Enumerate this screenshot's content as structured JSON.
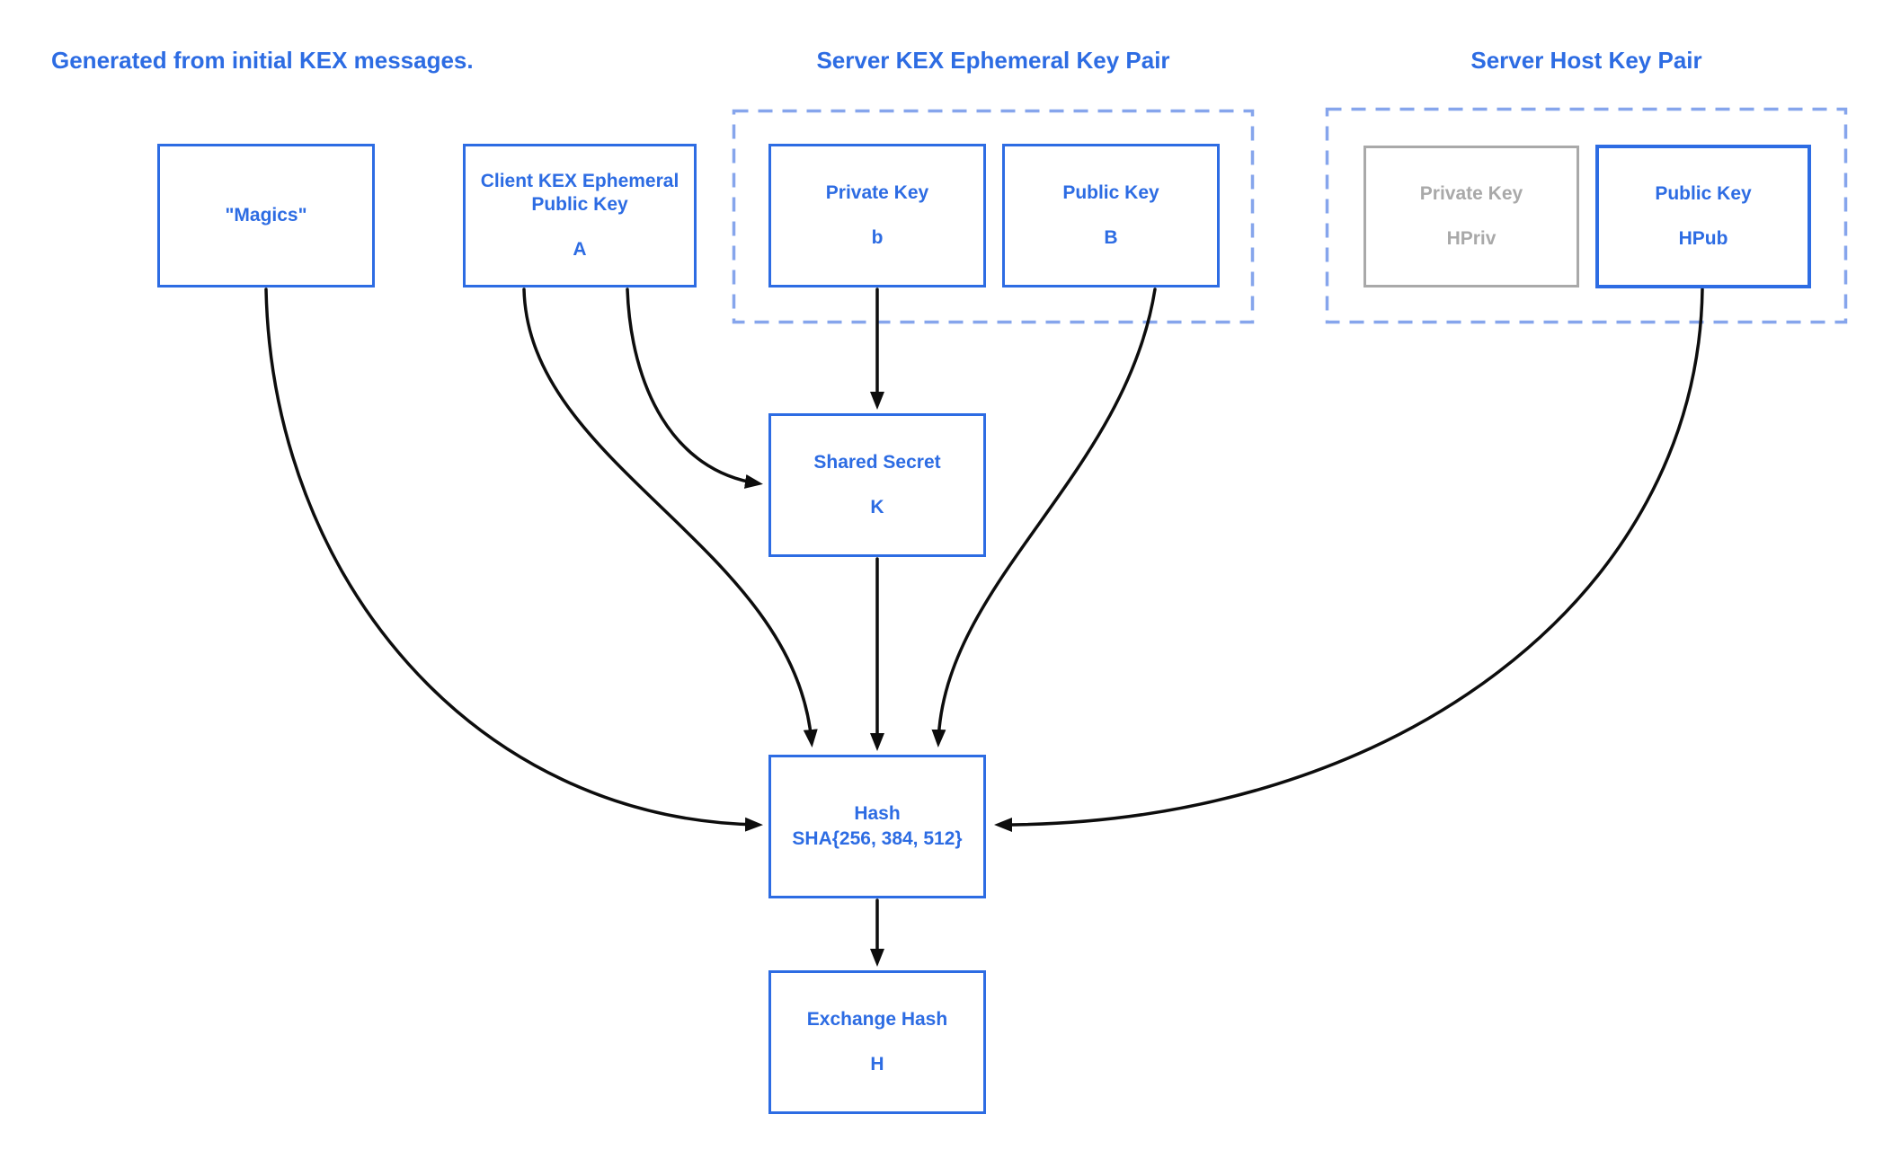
{
  "colors": {
    "accent_blue": "#2d6ce3",
    "dashed_light_blue": "#86a5ec",
    "muted_gray": "#a9a9a9",
    "arrow_black": "#0d0d0d",
    "background": "#ffffff"
  },
  "annotation": {
    "text": "Generated from initial KEX messages."
  },
  "groups": {
    "server_kex": {
      "title": "Server KEX Ephemeral Key Pair"
    },
    "server_host": {
      "title": "Server Host Key Pair"
    }
  },
  "nodes": {
    "magics": {
      "label": "\"Magics\""
    },
    "client_kex": {
      "label_line1": "Client KEX Ephemeral",
      "label_line2": "Public Key",
      "symbol": "A"
    },
    "kex_private": {
      "label": "Private Key",
      "symbol": "b"
    },
    "kex_public": {
      "label": "Public Key",
      "symbol": "B"
    },
    "host_private": {
      "label": "Private Key",
      "symbol": "HPriv"
    },
    "host_public": {
      "label": "Public Key",
      "symbol": "HPub"
    },
    "shared_secret": {
      "label": "Shared Secret",
      "symbol": "K"
    },
    "hash": {
      "label": "Hash",
      "sublabel": "SHA{256, 384, 512}"
    },
    "exchange_hash": {
      "label": "Exchange Hash",
      "symbol": "H"
    }
  }
}
